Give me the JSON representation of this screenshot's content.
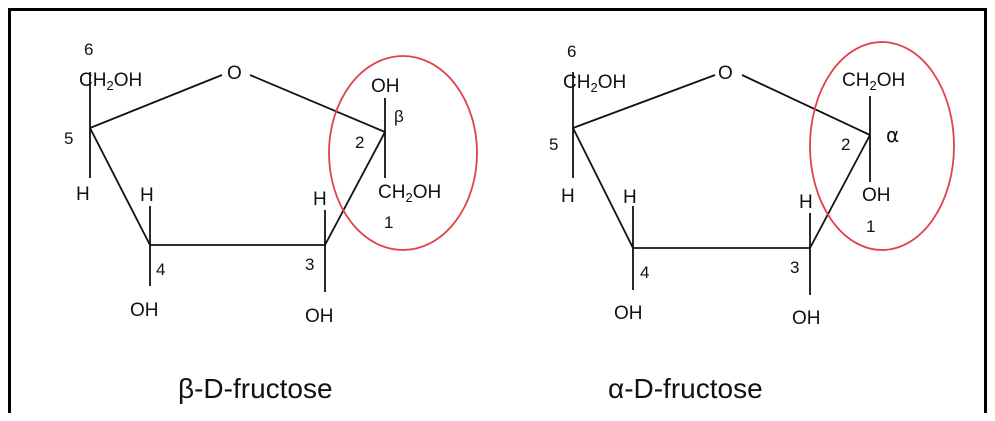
{
  "colors": {
    "highlight": "#e0424a",
    "ink": "#111111",
    "border": "#000000"
  },
  "beta": {
    "ring_oxygen": "O",
    "c6_number": "6",
    "c6_group": "CH",
    "c6_group_sub": "2",
    "c6_group_tail": "OH",
    "c5_number": "5",
    "c5_h": "H",
    "c4_h": "H",
    "c4_number": "4",
    "c4_oh": "OH",
    "c3_h": "H",
    "c3_number": "3",
    "c3_oh": "OH",
    "c2_number": "2",
    "c2_top": "OH",
    "anomer_symbol": "β",
    "c2_bottom": "CH",
    "c2_bottom_sub": "2",
    "c2_bottom_tail": "OH",
    "c1_number": "1",
    "caption": "β-D-fructose"
  },
  "alpha": {
    "ring_oxygen": "O",
    "c6_number": "6",
    "c6_group": "CH",
    "c6_group_sub": "2",
    "c6_group_tail": "OH",
    "c5_number": "5",
    "c5_h": "H",
    "c4_h": "H",
    "c4_number": "4",
    "c4_oh": "OH",
    "c3_h": "H",
    "c3_number": "3",
    "c3_oh": "OH",
    "c2_number": "2",
    "c2_top": "CH",
    "c2_top_sub": "2",
    "c2_top_tail": "OH",
    "anomer_symbol": "α",
    "c2_bottom": "OH",
    "c1_number": "1",
    "caption": "α-D-fructose"
  }
}
